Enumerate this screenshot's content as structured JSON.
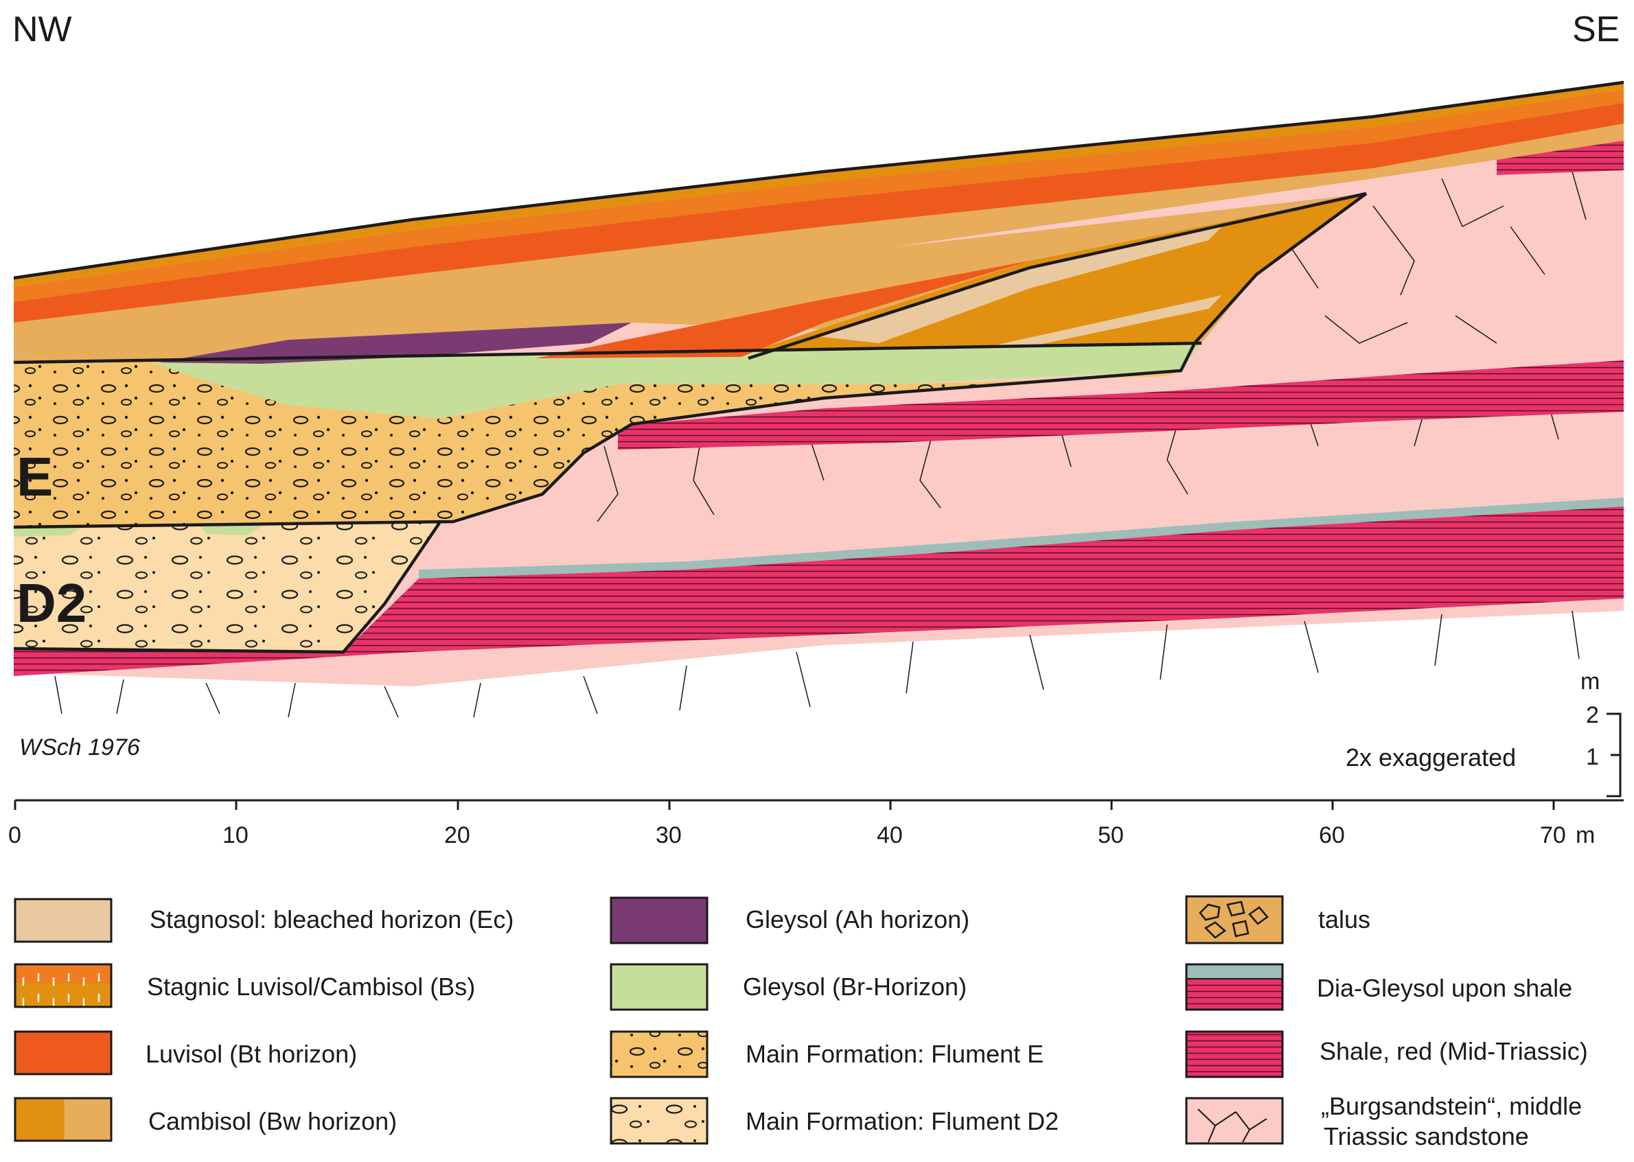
{
  "orientation": {
    "left": "NW",
    "right": "SE"
  },
  "unit_labels": {
    "E": "E",
    "D2": "D2"
  },
  "credit": "WSch 1976",
  "vertical_scale": {
    "unit": "m",
    "ticks": [
      "2",
      "1"
    ],
    "note": "2x exaggerated"
  },
  "horizontal_axis": {
    "ticks": [
      "0",
      "10",
      "20",
      "30",
      "40",
      "50",
      "60",
      "70"
    ],
    "unit": "m"
  },
  "colors": {
    "bleached": "#e8c9a0",
    "bs_top": "#ef7c1f",
    "bt": "#ee5a1c",
    "bw_dark": "#e2900f",
    "bw_light": "#e7ad5a",
    "gleysol_ah": "#7a3b73",
    "gleysol_br": "#c5df9b",
    "flument_e": "#f6c46e",
    "flument_d2": "#fbdcaa",
    "talus": "#e7ad5a",
    "dia_gley": "#9dbdb8",
    "shale": "#e9336a",
    "sandstone": "#fccbc6"
  },
  "legend": {
    "col1": [
      {
        "label": "Stagnosol: bleached horizon (Ec)"
      },
      {
        "label": "Stagnic Luvisol/Cambisol (Bs)"
      },
      {
        "label": "Luvisol (Bt horizon)"
      },
      {
        "label": "Cambisol (Bw horizon)"
      }
    ],
    "col2": [
      {
        "label": "Gleysol (Ah horizon)"
      },
      {
        "label": "Gleysol (Br-Horizon)"
      },
      {
        "label": "Main Formation: Flument E"
      },
      {
        "label": "Main Formation: Flument D2"
      }
    ],
    "col3": [
      {
        "label": "talus"
      },
      {
        "label": "Dia-Gleysol upon shale"
      },
      {
        "label": "Shale, red (Mid-Triassic)"
      },
      {
        "label": "„Burgsandstein“, middle"
      },
      {
        "label": "Triassic sandstone"
      }
    ]
  }
}
